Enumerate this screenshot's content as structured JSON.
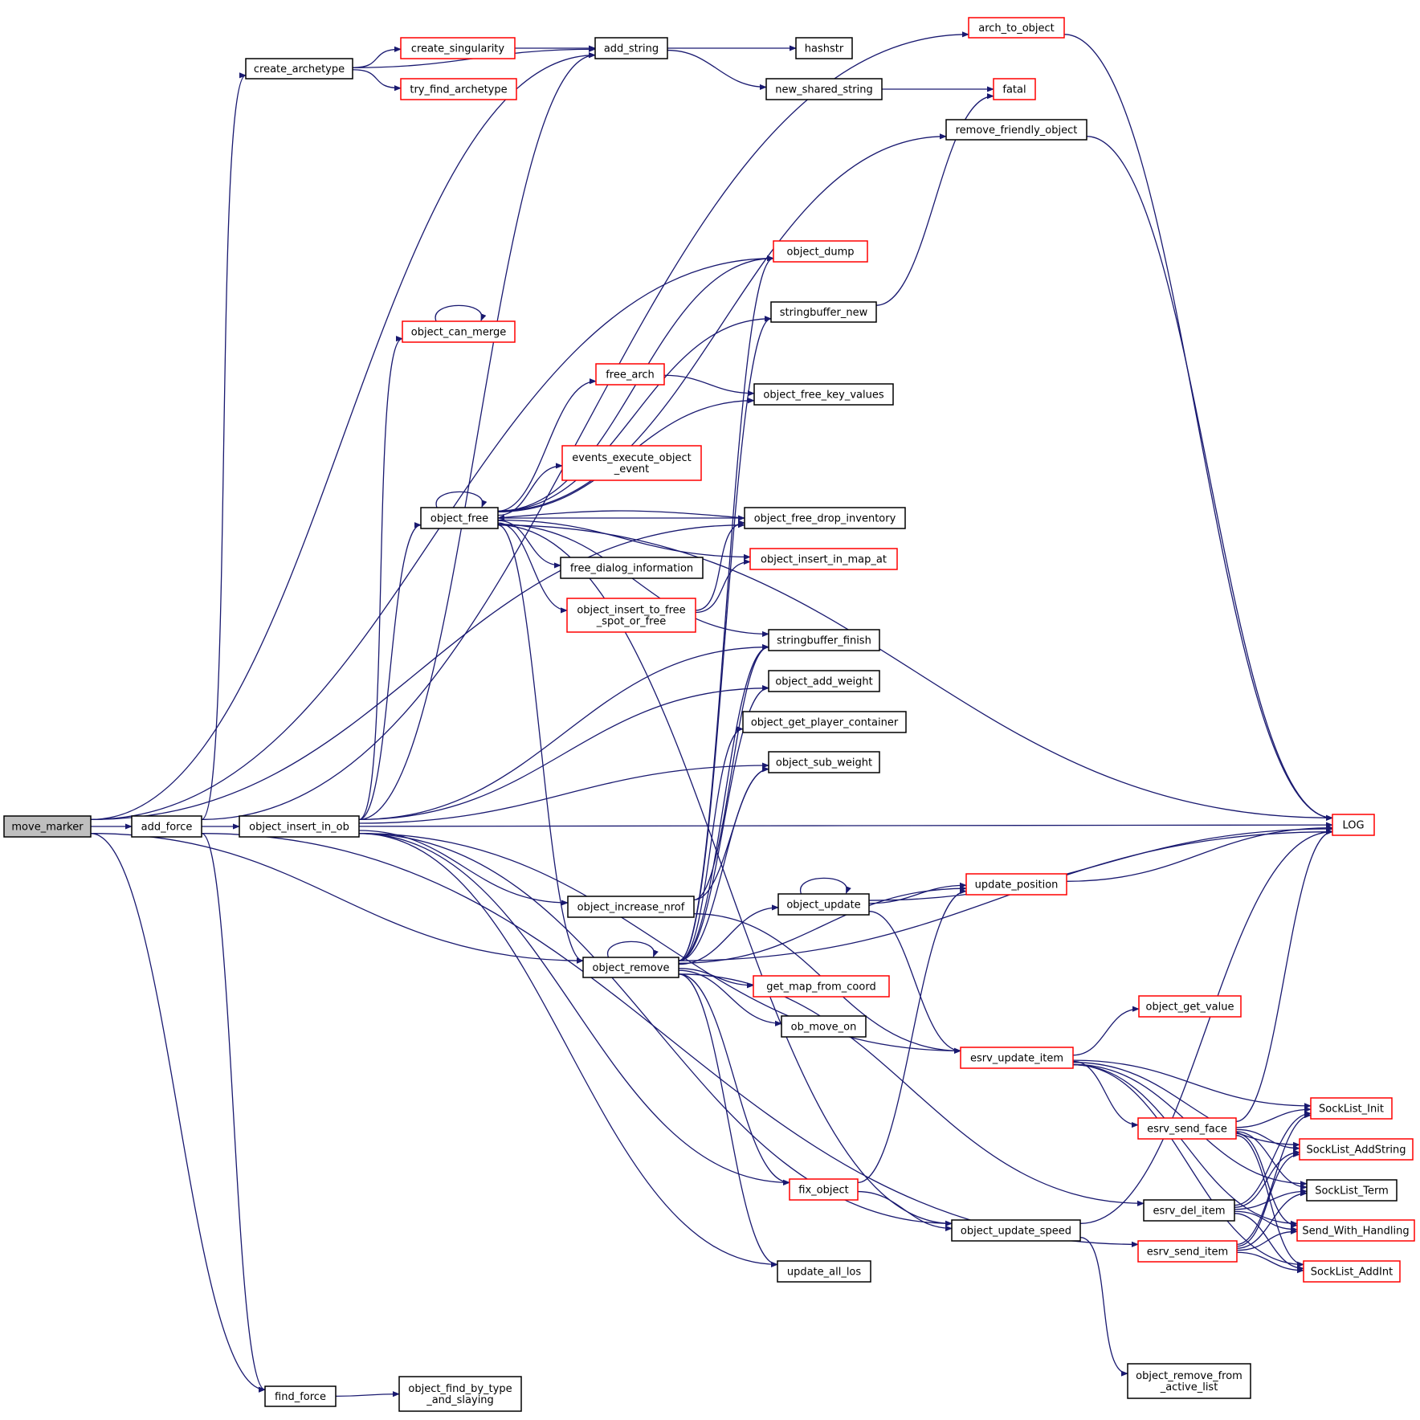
{
  "colors": {
    "edge": "#191970",
    "node_border_black": "#000000",
    "node_border_red": "#ff0000",
    "root_fill": "#bfbfbf"
  },
  "nodes": [
    {
      "id": "move_marker",
      "lines": [
        "move_marker"
      ],
      "border": "black",
      "root": true
    },
    {
      "id": "add_force",
      "lines": [
        "add_force"
      ],
      "border": "black"
    },
    {
      "id": "object_insert_in_ob",
      "lines": [
        "object_insert_in_ob"
      ],
      "border": "black"
    },
    {
      "id": "create_archetype",
      "lines": [
        "create_archetype"
      ],
      "border": "black"
    },
    {
      "id": "create_singularity",
      "lines": [
        "create_singularity"
      ],
      "border": "red"
    },
    {
      "id": "try_find_archetype",
      "lines": [
        "try_find_archetype"
      ],
      "border": "red"
    },
    {
      "id": "add_string",
      "lines": [
        "add_string"
      ],
      "border": "black"
    },
    {
      "id": "hashstr",
      "lines": [
        "hashstr"
      ],
      "border": "black"
    },
    {
      "id": "new_shared_string",
      "lines": [
        "new_shared_string"
      ],
      "border": "black"
    },
    {
      "id": "fatal",
      "lines": [
        "fatal"
      ],
      "border": "red"
    },
    {
      "id": "arch_to_object",
      "lines": [
        "arch_to_object"
      ],
      "border": "red"
    },
    {
      "id": "remove_friendly_object",
      "lines": [
        "remove_friendly_object"
      ],
      "border": "black"
    },
    {
      "id": "object_dump",
      "lines": [
        "object_dump"
      ],
      "border": "red"
    },
    {
      "id": "stringbuffer_new",
      "lines": [
        "stringbuffer_new"
      ],
      "border": "black"
    },
    {
      "id": "object_can_merge",
      "lines": [
        "object_can_merge"
      ],
      "border": "red"
    },
    {
      "id": "free_arch",
      "lines": [
        "free_arch"
      ],
      "border": "red"
    },
    {
      "id": "object_free_key_values",
      "lines": [
        "object_free_key_values"
      ],
      "border": "black"
    },
    {
      "id": "events_execute_object_event",
      "lines": [
        "events_execute_object",
        "_event"
      ],
      "border": "red"
    },
    {
      "id": "object_free",
      "lines": [
        "object_free"
      ],
      "border": "black"
    },
    {
      "id": "object_free_drop_inventory",
      "lines": [
        "object_free_drop_inventory"
      ],
      "border": "black"
    },
    {
      "id": "free_dialog_information",
      "lines": [
        "free_dialog_information"
      ],
      "border": "black"
    },
    {
      "id": "object_insert_in_map_at",
      "lines": [
        "object_insert_in_map_at"
      ],
      "border": "red"
    },
    {
      "id": "object_insert_to_free_spot_or_free",
      "lines": [
        "object_insert_to_free",
        "_spot_or_free"
      ],
      "border": "red"
    },
    {
      "id": "stringbuffer_finish",
      "lines": [
        "stringbuffer_finish"
      ],
      "border": "black"
    },
    {
      "id": "object_add_weight",
      "lines": [
        "object_add_weight"
      ],
      "border": "black"
    },
    {
      "id": "object_get_player_container",
      "lines": [
        "object_get_player_container"
      ],
      "border": "black"
    },
    {
      "id": "object_sub_weight",
      "lines": [
        "object_sub_weight"
      ],
      "border": "black"
    },
    {
      "id": "LOG",
      "lines": [
        "LOG"
      ],
      "border": "red"
    },
    {
      "id": "update_position",
      "lines": [
        "update_position"
      ],
      "border": "red"
    },
    {
      "id": "object_update",
      "lines": [
        "object_update"
      ],
      "border": "black"
    },
    {
      "id": "object_increase_nrof",
      "lines": [
        "object_increase_nrof"
      ],
      "border": "black"
    },
    {
      "id": "object_remove",
      "lines": [
        "object_remove"
      ],
      "border": "black"
    },
    {
      "id": "get_map_from_coord",
      "lines": [
        "get_map_from_coord"
      ],
      "border": "red"
    },
    {
      "id": "ob_move_on",
      "lines": [
        "ob_move_on"
      ],
      "border": "black"
    },
    {
      "id": "object_get_value",
      "lines": [
        "object_get_value"
      ],
      "border": "red"
    },
    {
      "id": "esrv_update_item",
      "lines": [
        "esrv_update_item"
      ],
      "border": "red"
    },
    {
      "id": "SockList_Init",
      "lines": [
        "SockList_Init"
      ],
      "border": "red"
    },
    {
      "id": "esrv_send_face",
      "lines": [
        "esrv_send_face"
      ],
      "border": "red"
    },
    {
      "id": "SockList_AddString",
      "lines": [
        "SockList_AddString"
      ],
      "border": "red"
    },
    {
      "id": "fix_object",
      "lines": [
        "fix_object"
      ],
      "border": "red"
    },
    {
      "id": "SockList_Term",
      "lines": [
        "SockList_Term"
      ],
      "border": "black"
    },
    {
      "id": "esrv_del_item",
      "lines": [
        "esrv_del_item"
      ],
      "border": "black"
    },
    {
      "id": "object_update_speed",
      "lines": [
        "object_update_speed"
      ],
      "border": "black"
    },
    {
      "id": "Send_With_Handling",
      "lines": [
        "Send_With_Handling"
      ],
      "border": "red"
    },
    {
      "id": "esrv_send_item",
      "lines": [
        "esrv_send_item"
      ],
      "border": "red"
    },
    {
      "id": "SockList_AddInt",
      "lines": [
        "SockList_AddInt"
      ],
      "border": "red"
    },
    {
      "id": "update_all_los",
      "lines": [
        "update_all_los"
      ],
      "border": "black"
    },
    {
      "id": "object_remove_from_active_list",
      "lines": [
        "object_remove_from",
        "_active_list"
      ],
      "border": "black"
    },
    {
      "id": "find_force",
      "lines": [
        "find_force"
      ],
      "border": "black"
    },
    {
      "id": "object_find_by_type_and_slaying",
      "lines": [
        "object_find_by_type",
        "_and_slaying"
      ],
      "border": "black"
    }
  ],
  "edges": [
    [
      "move_marker",
      "add_force"
    ],
    [
      "move_marker",
      "add_string"
    ],
    [
      "move_marker",
      "object_dump"
    ],
    [
      "move_marker",
      "object_free_drop_inventory"
    ],
    [
      "move_marker",
      "object_remove"
    ],
    [
      "move_marker",
      "find_force"
    ],
    [
      "add_force",
      "object_insert_in_ob"
    ],
    [
      "add_force",
      "create_archetype"
    ],
    [
      "add_force",
      "arch_to_object"
    ],
    [
      "add_force",
      "find_force"
    ],
    [
      "add_force",
      "esrv_send_item"
    ],
    [
      "create_archetype",
      "add_string"
    ],
    [
      "create_archetype",
      "create_singularity"
    ],
    [
      "create_archetype",
      "try_find_archetype"
    ],
    [
      "create_singularity",
      "add_string"
    ],
    [
      "add_string",
      "hashstr"
    ],
    [
      "add_string",
      "new_shared_string"
    ],
    [
      "new_shared_string",
      "fatal"
    ],
    [
      "arch_to_object",
      "LOG"
    ],
    [
      "remove_friendly_object",
      "LOG"
    ],
    [
      "stringbuffer_new",
      "fatal"
    ],
    [
      "object_insert_in_ob",
      "add_string"
    ],
    [
      "object_insert_in_ob",
      "object_can_merge"
    ],
    [
      "object_insert_in_ob",
      "object_free"
    ],
    [
      "object_insert_in_ob",
      "stringbuffer_finish"
    ],
    [
      "object_insert_in_ob",
      "object_add_weight"
    ],
    [
      "object_insert_in_ob",
      "LOG"
    ],
    [
      "object_insert_in_ob",
      "object_sub_weight"
    ],
    [
      "object_insert_in_ob",
      "object_increase_nrof"
    ],
    [
      "object_insert_in_ob",
      "esrv_update_item"
    ],
    [
      "object_insert_in_ob",
      "fix_object"
    ],
    [
      "object_insert_in_ob",
      "update_all_los"
    ],
    [
      "object_insert_in_ob",
      "object_update_speed"
    ],
    [
      "object_can_merge",
      "object_can_merge"
    ],
    [
      "object_free",
      "object_free"
    ],
    [
      "object_free",
      "remove_friendly_object"
    ],
    [
      "object_free",
      "LOG"
    ],
    [
      "object_free",
      "object_dump"
    ],
    [
      "object_free",
      "stringbuffer_new"
    ],
    [
      "object_free",
      "free_arch"
    ],
    [
      "object_free",
      "object_free_key_values"
    ],
    [
      "object_free",
      "events_execute_object_event"
    ],
    [
      "object_free",
      "object_free_drop_inventory"
    ],
    [
      "object_free",
      "free_dialog_information"
    ],
    [
      "object_free",
      "object_insert_to_free_spot_or_free"
    ],
    [
      "object_free",
      "object_insert_in_map_at"
    ],
    [
      "object_free",
      "stringbuffer_finish"
    ],
    [
      "object_free",
      "object_remove"
    ],
    [
      "object_free",
      "object_update_speed"
    ],
    [
      "free_arch",
      "object_free_key_values"
    ],
    [
      "object_free_drop_inventory",
      "object_free"
    ],
    [
      "object_insert_to_free_spot_or_free",
      "object_free_drop_inventory"
    ],
    [
      "object_insert_to_free_spot_or_free",
      "object_insert_in_map_at"
    ],
    [
      "object_increase_nrof",
      "stringbuffer_finish"
    ],
    [
      "object_increase_nrof",
      "object_sub_weight"
    ],
    [
      "object_increase_nrof",
      "esrv_update_item"
    ],
    [
      "object_remove",
      "object_remove"
    ],
    [
      "object_remove",
      "object_dump"
    ],
    [
      "object_remove",
      "stringbuffer_new"
    ],
    [
      "object_remove",
      "stringbuffer_finish"
    ],
    [
      "object_remove",
      "object_add_weight"
    ],
    [
      "object_remove",
      "object_get_player_container"
    ],
    [
      "object_remove",
      "object_sub_weight"
    ],
    [
      "object_remove",
      "LOG"
    ],
    [
      "object_remove",
      "update_position"
    ],
    [
      "object_remove",
      "object_update"
    ],
    [
      "object_remove",
      "get_map_from_coord"
    ],
    [
      "object_remove",
      "ob_move_on"
    ],
    [
      "object_remove",
      "fix_object"
    ],
    [
      "object_remove",
      "esrv_del_item"
    ],
    [
      "object_remove",
      "update_all_los"
    ],
    [
      "object_update",
      "object_update"
    ],
    [
      "object_update",
      "update_position"
    ],
    [
      "object_update",
      "LOG"
    ],
    [
      "object_update",
      "esrv_update_item"
    ],
    [
      "update_position",
      "LOG"
    ],
    [
      "esrv_update_item",
      "object_get_value"
    ],
    [
      "esrv_update_item",
      "esrv_send_face"
    ],
    [
      "esrv_update_item",
      "SockList_Init"
    ],
    [
      "esrv_update_item",
      "SockList_AddString"
    ],
    [
      "esrv_update_item",
      "SockList_Term"
    ],
    [
      "esrv_update_item",
      "Send_With_Handling"
    ],
    [
      "esrv_update_item",
      "SockList_AddInt"
    ],
    [
      "esrv_send_face",
      "SockList_Init"
    ],
    [
      "esrv_send_face",
      "SockList_AddString"
    ],
    [
      "esrv_send_face",
      "SockList_Term"
    ],
    [
      "esrv_send_face",
      "Send_With_Handling"
    ],
    [
      "esrv_send_face",
      "SockList_AddInt"
    ],
    [
      "esrv_send_face",
      "LOG"
    ],
    [
      "esrv_del_item",
      "SockList_Init"
    ],
    [
      "esrv_del_item",
      "SockList_AddString"
    ],
    [
      "esrv_del_item",
      "SockList_Term"
    ],
    [
      "esrv_del_item",
      "Send_With_Handling"
    ],
    [
      "esrv_del_item",
      "SockList_AddInt"
    ],
    [
      "esrv_send_item",
      "SockList_Init"
    ],
    [
      "esrv_send_item",
      "SockList_AddString"
    ],
    [
      "esrv_send_item",
      "SockList_Term"
    ],
    [
      "esrv_send_item",
      "Send_With_Handling"
    ],
    [
      "esrv_send_item",
      "SockList_AddInt"
    ],
    [
      "fix_object",
      "object_update_speed"
    ],
    [
      "fix_object",
      "update_position"
    ],
    [
      "object_update_speed",
      "LOG"
    ],
    [
      "object_update_speed",
      "object_remove_from_active_list"
    ],
    [
      "find_force",
      "object_find_by_type_and_slaying"
    ]
  ]
}
